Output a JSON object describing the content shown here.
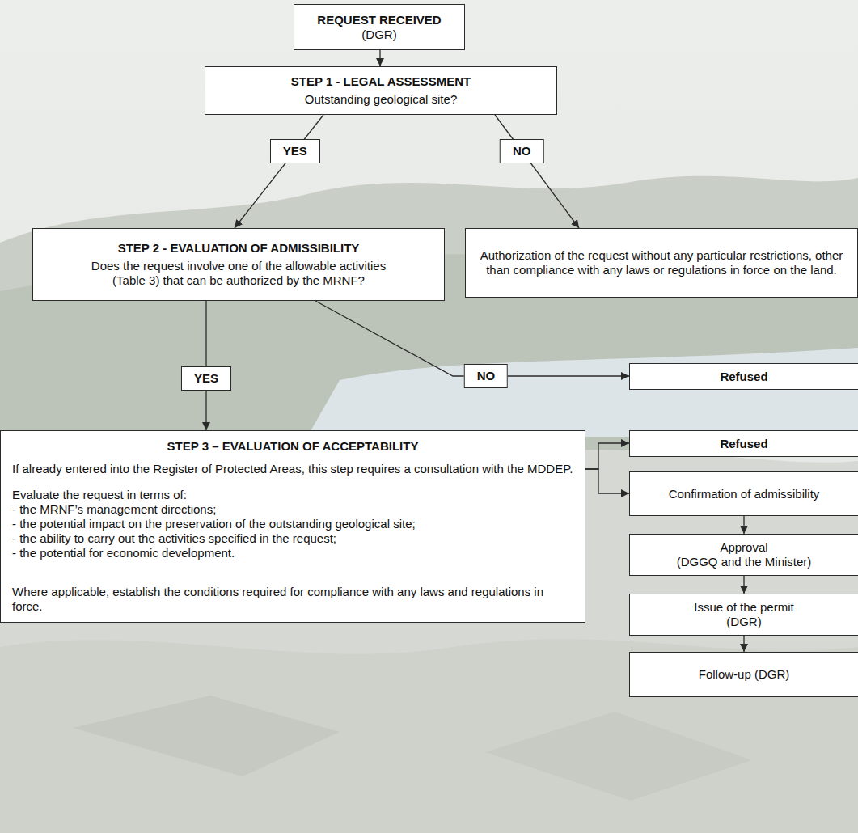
{
  "diagram": {
    "nodes": [
      {
        "text": [
          "REQUEST RECEIVED",
          "(DGR)"
        ]
      },
      {
        "text": [
          "STEP 1 - LEGAL ASSESSMENT",
          "Outstanding geological site?"
        ]
      },
      {
        "text": [
          "STEP 2 - EVALUATION OF ADMISSIBILITY",
          "Does the request involve one of the allowable activities (Table 3) that can be authorized by the MRNF?"
        ]
      },
      {
        "text": [
          "Authorization of the request without any particular restrictions, other than compliance with any laws or regulations in force on the land."
        ]
      },
      {
        "text": [
          "Refused"
        ]
      },
      {
        "text": [
          "STEP 3 – EVALUATION OF ACCEPTABILITY",
          "If already entered into the Register of Protected Areas, this step requires a consultation with the MDDEP.",
          "Evaluate the request in terms of:",
          "- the MRNF’s management directions;",
          "- the potential impact on the preservation of the outstanding geological site;",
          "- the ability to carry out the activities specified in the request;",
          "- the potential for economic development.",
          "Where applicable, establish the conditions required for compliance with any laws and regulations in force."
        ]
      },
      {
        "text": [
          "Refused"
        ]
      },
      {
        "text": [
          "Confirmation of admissibility"
        ]
      },
      {
        "text": [
          "Approval",
          "(DGGQ and the Minister)"
        ]
      },
      {
        "text": [
          "Issue of the permit",
          "(DGR)"
        ]
      },
      {
        "text": [
          "Follow-up (DGR)"
        ]
      }
    ],
    "edges": [
      {
        "from": 0,
        "to": 1,
        "arrow": "to"
      },
      {
        "from": 1,
        "to": 2,
        "label": "YES",
        "arrow": "to"
      },
      {
        "from": 1,
        "to": 3,
        "label": "NO",
        "arrow": "to"
      },
      {
        "from": 2,
        "to": 5,
        "label": "YES",
        "arrow": "to"
      },
      {
        "from": 2,
        "to": 4,
        "label": "NO",
        "arrow": "to"
      },
      {
        "from": 5,
        "to": 6,
        "arrow": "to"
      },
      {
        "from": 5,
        "to": 7,
        "arrow": "to"
      },
      {
        "from": 7,
        "to": 8,
        "arrow": "to"
      },
      {
        "from": 8,
        "to": 9,
        "arrow": "to"
      },
      {
        "from": 9,
        "to": 10,
        "arrow": "to"
      }
    ]
  }
}
